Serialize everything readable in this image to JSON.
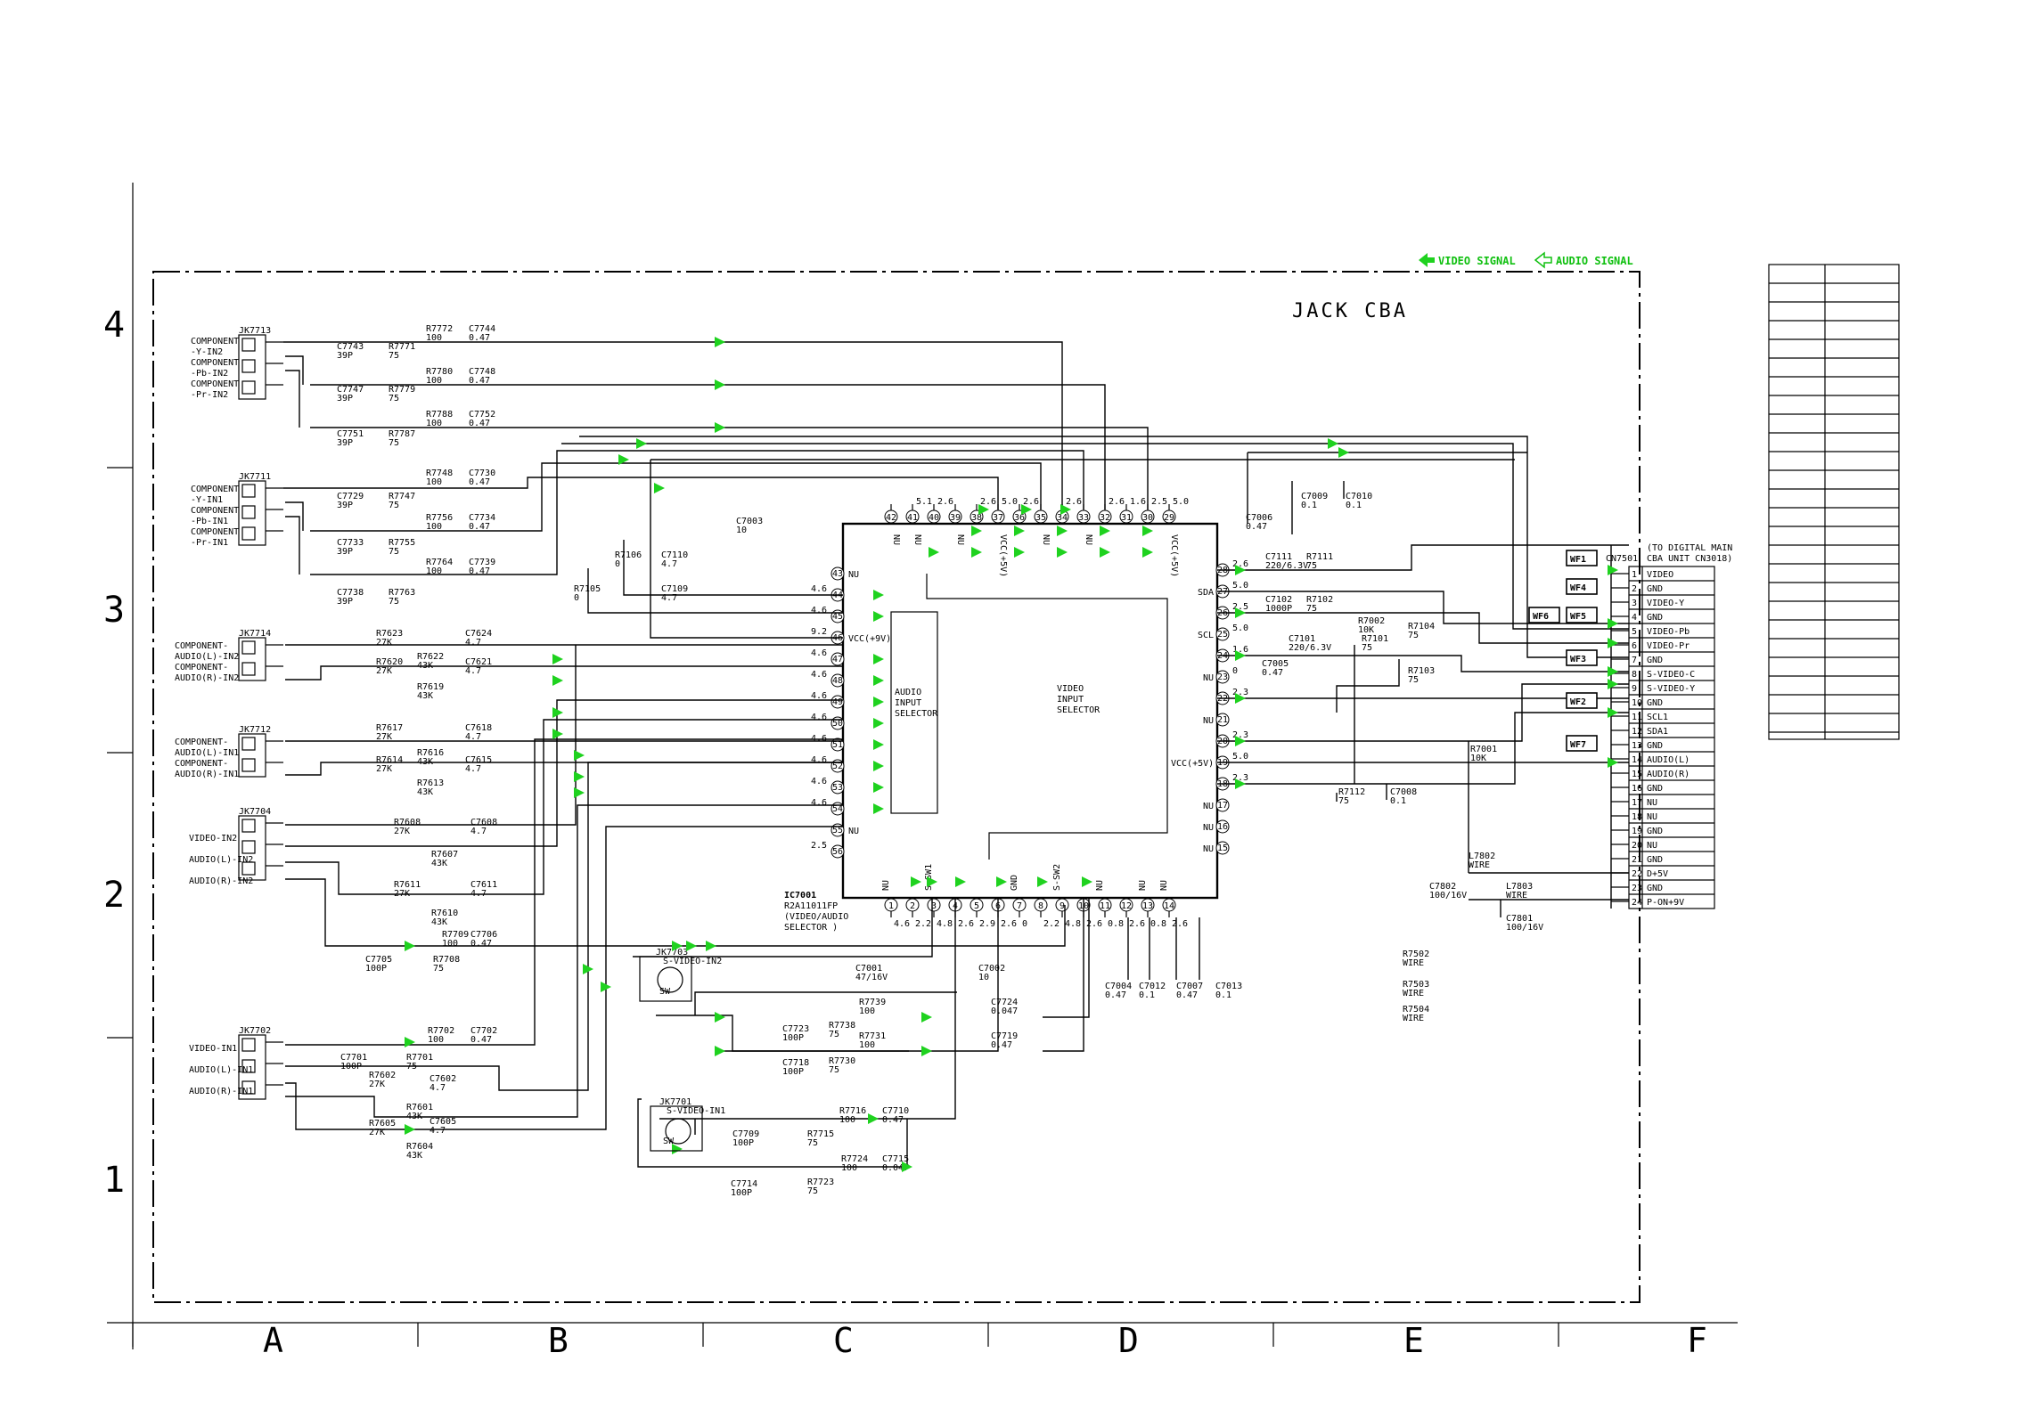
{
  "grid": {
    "rows": [
      "4",
      "3",
      "2",
      "1"
    ],
    "columns": [
      "A",
      "B",
      "C",
      "D",
      "E",
      "F"
    ]
  },
  "board": {
    "title": "JACK CBA"
  },
  "legend": {
    "video": "VIDEO SIGNAL",
    "audio": "AUDIO SIGNAL"
  },
  "ic": {
    "ref": "IC7001",
    "part": "R2A11011FP",
    "func_line1": "(VIDEO/AUDIO",
    "func_line2": " SELECTOR   )",
    "audio_block": [
      "AUDIO",
      "INPUT",
      "SELECTOR"
    ],
    "video_block": [
      "VIDEO",
      "INPUT",
      "SELECTOR"
    ],
    "top_pins": [
      {
        "num": "42",
        "name": "NU",
        "volt": ""
      },
      {
        "num": "41",
        "name": "NU",
        "volt": "5.1"
      },
      {
        "num": "40",
        "name": "",
        "volt": "2.6"
      },
      {
        "num": "39",
        "name": "NU",
        "volt": ""
      },
      {
        "num": "38",
        "name": "",
        "volt": "2.6"
      },
      {
        "num": "37",
        "name": "VCC(+5V)",
        "volt": "5.0"
      },
      {
        "num": "36",
        "name": "",
        "volt": "2.6"
      },
      {
        "num": "35",
        "name": "NU",
        "volt": ""
      },
      {
        "num": "34",
        "name": "",
        "volt": "2.6"
      },
      {
        "num": "33",
        "name": "NU",
        "volt": ""
      },
      {
        "num": "32",
        "name": "",
        "volt": "2.6"
      },
      {
        "num": "31",
        "name": "",
        "volt": "1.6"
      },
      {
        "num": "30",
        "name": "",
        "volt": "2.5"
      },
      {
        "num": "29",
        "name": "VCC(+5V)",
        "volt": "5.0"
      }
    ],
    "bottom_pins": [
      {
        "num": "1",
        "name": "NU",
        "volt": "4.6"
      },
      {
        "num": "2",
        "name": "",
        "volt": "2.2"
      },
      {
        "num": "3",
        "name": "S-SW1",
        "volt": "4.8"
      },
      {
        "num": "4",
        "name": "",
        "volt": "2.6"
      },
      {
        "num": "5",
        "name": "",
        "volt": "2.9"
      },
      {
        "num": "6",
        "name": "",
        "volt": "2.6"
      },
      {
        "num": "7",
        "name": "GND",
        "volt": "0"
      },
      {
        "num": "8",
        "name": "",
        "volt": "2.2"
      },
      {
        "num": "9",
        "name": "S-SW2",
        "volt": "4.8"
      },
      {
        "num": "10",
        "name": "",
        "volt": "2.6"
      },
      {
        "num": "11",
        "name": "NU",
        "volt": "0.8"
      },
      {
        "num": "12",
        "name": "",
        "volt": "2.6"
      },
      {
        "num": "13",
        "name": "NU",
        "volt": "0.8"
      },
      {
        "num": "14",
        "name": "NU",
        "volt": "2.6"
      }
    ],
    "left_pins": [
      {
        "num": "43",
        "name": "NU",
        "volt": ""
      },
      {
        "num": "44",
        "name": "",
        "volt": "4.6"
      },
      {
        "num": "45",
        "name": "",
        "volt": "4.6"
      },
      {
        "num": "46",
        "name": "VCC(+9V)",
        "volt": "9.2"
      },
      {
        "num": "47",
        "name": "",
        "volt": "4.6"
      },
      {
        "num": "48",
        "name": "",
        "volt": "4.6"
      },
      {
        "num": "49",
        "name": "",
        "volt": "4.6"
      },
      {
        "num": "50",
        "name": "",
        "volt": "4.6"
      },
      {
        "num": "51",
        "name": "",
        "volt": "4.6"
      },
      {
        "num": "52",
        "name": "",
        "volt": "4.6"
      },
      {
        "num": "53",
        "name": "",
        "volt": "4.6"
      },
      {
        "num": "54",
        "name": "",
        "volt": "4.6"
      },
      {
        "num": "55",
        "name": "NU",
        "volt": ""
      },
      {
        "num": "56",
        "name": "",
        "volt": "2.5"
      }
    ],
    "right_pins": [
      {
        "num": "28",
        "name": "",
        "volt": "2.6"
      },
      {
        "num": "27",
        "name": "SDA",
        "volt": "5.0"
      },
      {
        "num": "26",
        "name": "",
        "volt": "2.5"
      },
      {
        "num": "25",
        "name": "SCL",
        "volt": "5.0"
      },
      {
        "num": "24",
        "name": "",
        "volt": "1.6"
      },
      {
        "num": "23",
        "name": "NU",
        "volt": "0"
      },
      {
        "num": "22",
        "name": "",
        "volt": "2.3"
      },
      {
        "num": "21",
        "name": "NU",
        "volt": ""
      },
      {
        "num": "20",
        "name": "",
        "volt": "2.3"
      },
      {
        "num": "19",
        "name": "VCC(+5V)",
        "volt": "5.0"
      },
      {
        "num": "18",
        "name": "",
        "volt": "2.3"
      },
      {
        "num": "17",
        "name": "NU",
        "volt": ""
      },
      {
        "num": "16",
        "name": "NU",
        "volt": ""
      },
      {
        "num": "15",
        "name": "NU",
        "volt": ""
      }
    ]
  },
  "connector": {
    "ref": "CN7501",
    "note_line1": "(TO DIGITAL MAIN",
    "note_line2": " CBA UNIT CN3018)",
    "pins": [
      {
        "num": "1",
        "label": "VIDEO"
      },
      {
        "num": "2",
        "label": "GND"
      },
      {
        "num": "3",
        "label": "VIDEO-Y"
      },
      {
        "num": "4",
        "label": "GND"
      },
      {
        "num": "5",
        "label": "VIDEO-Pb"
      },
      {
        "num": "6",
        "label": "VIDEO-Pr"
      },
      {
        "num": "7",
        "label": "GND"
      },
      {
        "num": "8",
        "label": "S-VIDEO-C"
      },
      {
        "num": "9",
        "label": "S-VIDEO-Y"
      },
      {
        "num": "10",
        "label": "GND"
      },
      {
        "num": "11",
        "label": "SCL1"
      },
      {
        "num": "12",
        "label": "SDA1"
      },
      {
        "num": "13",
        "label": "GND"
      },
      {
        "num": "14",
        "label": "AUDIO(L)"
      },
      {
        "num": "15",
        "label": "AUDIO(R)"
      },
      {
        "num": "16",
        "label": "GND"
      },
      {
        "num": "17",
        "label": "NU"
      },
      {
        "num": "18",
        "label": "NU"
      },
      {
        "num": "19",
        "label": "GND"
      },
      {
        "num": "20",
        "label": "NU"
      },
      {
        "num": "21",
        "label": "GND"
      },
      {
        "num": "22",
        "label": "D+5V"
      },
      {
        "num": "23",
        "label": "GND"
      },
      {
        "num": "24",
        "label": "P-ON+9V"
      }
    ]
  },
  "waveforms": [
    "WF1",
    "WF4",
    "WF6",
    "WF5",
    "WF3",
    "WF2",
    "WF7"
  ],
  "jacks": [
    {
      "ref": "JK7713",
      "labels": [
        "COMPONENT",
        "-Y-IN2",
        "COMPONENT",
        "-Pb-IN2",
        "COMPONENT",
        "-Pr-IN2"
      ]
    },
    {
      "ref": "JK7711",
      "labels": [
        "COMPONENT",
        "-Y-IN1",
        "COMPONENT",
        "-Pb-IN1",
        "COMPONENT",
        "-Pr-IN1"
      ]
    },
    {
      "ref": "JK7714",
      "labels": [
        "COMPONENT-",
        "AUDIO(L)-IN2",
        "COMPONENT-",
        "AUDIO(R)-IN2"
      ]
    },
    {
      "ref": "JK7712",
      "labels": [
        "COMPONENT-",
        "AUDIO(L)-IN1",
        "COMPONENT-",
        "AUDIO(R)-IN1"
      ]
    },
    {
      "ref": "JK7704",
      "labels": [
        "VIDEO-IN2",
        "AUDIO(L)-IN2",
        "AUDIO(R)-IN2"
      ]
    },
    {
      "ref": "JK7702",
      "labels": [
        "VIDEO-IN1",
        "AUDIO(L)-IN1",
        "AUDIO(R)-IN1"
      ]
    },
    {
      "ref": "JK7703",
      "labels": [
        "S-VIDEO-IN2",
        "SW"
      ]
    },
    {
      "ref": "JK7701",
      "labels": [
        "S-VIDEO-IN1",
        "SW"
      ]
    }
  ],
  "parts": [
    {
      "ref": "R7772",
      "value": "100"
    },
    {
      "ref": "C7744",
      "value": "0.47"
    },
    {
      "ref": "C7743",
      "value": "39P"
    },
    {
      "ref": "R7771",
      "value": "75"
    },
    {
      "ref": "R7780",
      "value": "100"
    },
    {
      "ref": "C7748",
      "value": "0.47"
    },
    {
      "ref": "C7747",
      "value": "39P"
    },
    {
      "ref": "R7779",
      "value": "75"
    },
    {
      "ref": "R7788",
      "value": "100"
    },
    {
      "ref": "C7752",
      "value": "0.47"
    },
    {
      "ref": "C7751",
      "value": "39P"
    },
    {
      "ref": "R7787",
      "value": "75"
    },
    {
      "ref": "R7748",
      "value": "100"
    },
    {
      "ref": "C7730",
      "value": "0.47"
    },
    {
      "ref": "C7729",
      "value": "39P"
    },
    {
      "ref": "R7747",
      "value": "75"
    },
    {
      "ref": "R7756",
      "value": "100"
    },
    {
      "ref": "C7734",
      "value": "0.47"
    },
    {
      "ref": "C7733",
      "value": "39P"
    },
    {
      "ref": "R7755",
      "value": "75"
    },
    {
      "ref": "R7764",
      "value": "100"
    },
    {
      "ref": "C7739",
      "value": "0.47"
    },
    {
      "ref": "C7738",
      "value": "39P"
    },
    {
      "ref": "R7763",
      "value": "75"
    },
    {
      "ref": "R7623",
      "value": "27K"
    },
    {
      "ref": "C7624",
      "value": "4.7"
    },
    {
      "ref": "R7620",
      "value": "27K"
    },
    {
      "ref": "R7622",
      "value": "43K"
    },
    {
      "ref": "C7621",
      "value": "4.7"
    },
    {
      "ref": "R7619",
      "value": "43K"
    },
    {
      "ref": "R7617",
      "value": "27K"
    },
    {
      "ref": "C7618",
      "value": "4.7"
    },
    {
      "ref": "R7614",
      "value": "27K"
    },
    {
      "ref": "R7616",
      "value": "43K"
    },
    {
      "ref": "C7615",
      "value": "4.7"
    },
    {
      "ref": "R7613",
      "value": "43K"
    },
    {
      "ref": "R7608",
      "value": "27K"
    },
    {
      "ref": "C7608",
      "value": "4.7"
    },
    {
      "ref": "R7607",
      "value": "43K"
    },
    {
      "ref": "R7611",
      "value": "27K"
    },
    {
      "ref": "C7611",
      "value": "4.7"
    },
    {
      "ref": "R7610",
      "value": "43K"
    },
    {
      "ref": "R7709",
      "value": "100"
    },
    {
      "ref": "C7706",
      "value": "0.47"
    },
    {
      "ref": "C7705",
      "value": "100P"
    },
    {
      "ref": "R7708",
      "value": "75"
    },
    {
      "ref": "R7702",
      "value": "100"
    },
    {
      "ref": "C7702",
      "value": "0.47"
    },
    {
      "ref": "C7701",
      "value": "100P"
    },
    {
      "ref": "R7701",
      "value": "75"
    },
    {
      "ref": "R7602",
      "value": "27K"
    },
    {
      "ref": "C7602",
      "value": "4.7"
    },
    {
      "ref": "R7601",
      "value": "43K"
    },
    {
      "ref": "R7605",
      "value": "27K"
    },
    {
      "ref": "C7605",
      "value": "4.7"
    },
    {
      "ref": "R7604",
      "value": "43K"
    },
    {
      "ref": "R7106",
      "value": "0"
    },
    {
      "ref": "C7110",
      "value": "4.7"
    },
    {
      "ref": "R7105",
      "value": "0"
    },
    {
      "ref": "C7109",
      "value": "4.7"
    },
    {
      "ref": "C7003",
      "value": "10"
    },
    {
      "ref": "C7006",
      "value": "0.47"
    },
    {
      "ref": "C7009",
      "value": "0.1"
    },
    {
      "ref": "C7010",
      "value": "0.1"
    },
    {
      "ref": "C7111",
      "value": "220/6.3V"
    },
    {
      "ref": "R7111",
      "value": "75"
    },
    {
      "ref": "C7102",
      "value": "1000P"
    },
    {
      "ref": "R7102",
      "value": "75"
    },
    {
      "ref": "R7002",
      "value": "10K"
    },
    {
      "ref": "R7104",
      "value": "75"
    },
    {
      "ref": "C7101",
      "value": "220/6.3V"
    },
    {
      "ref": "R7101",
      "value": "75"
    },
    {
      "ref": "C7005",
      "value": "0.47"
    },
    {
      "ref": "R7103",
      "value": "75"
    },
    {
      "ref": "R7001",
      "value": "10K"
    },
    {
      "ref": "R7112",
      "value": "75"
    },
    {
      "ref": "C7008",
      "value": "0.1"
    },
    {
      "ref": "L7802",
      "value": "WIRE"
    },
    {
      "ref": "C7802",
      "value": "100/16V"
    },
    {
      "ref": "L7803",
      "value": "WIRE"
    },
    {
      "ref": "C7801",
      "value": "100/16V"
    },
    {
      "ref": "C7001",
      "value": "47/16V"
    },
    {
      "ref": "C7002",
      "value": "10"
    },
    {
      "ref": "C7004",
      "value": "0.47"
    },
    {
      "ref": "C7012",
      "value": "0.1"
    },
    {
      "ref": "C7007",
      "value": "0.47"
    },
    {
      "ref": "C7013",
      "value": "0.1"
    },
    {
      "ref": "R7502",
      "value": "WIRE"
    },
    {
      "ref": "R7503",
      "value": "WIRE"
    },
    {
      "ref": "R7504",
      "value": "WIRE"
    },
    {
      "ref": "R7739",
      "value": "100"
    },
    {
      "ref": "C7724",
      "value": "0.047"
    },
    {
      "ref": "C7723",
      "value": "100P"
    },
    {
      "ref": "R7738",
      "value": "75"
    },
    {
      "ref": "R7731",
      "value": "100"
    },
    {
      "ref": "C7719",
      "value": "0.47"
    },
    {
      "ref": "C7718",
      "value": "100P"
    },
    {
      "ref": "R7730",
      "value": "75"
    },
    {
      "ref": "R7716",
      "value": "100"
    },
    {
      "ref": "C7710",
      "value": "0.47"
    },
    {
      "ref": "C7709",
      "value": "100P"
    },
    {
      "ref": "R7715",
      "value": "75"
    },
    {
      "ref": "R7724",
      "value": "100"
    },
    {
      "ref": "C7715",
      "value": "0.047"
    },
    {
      "ref": "C7714",
      "value": "100P"
    },
    {
      "ref": "R7723",
      "value": "75"
    }
  ]
}
